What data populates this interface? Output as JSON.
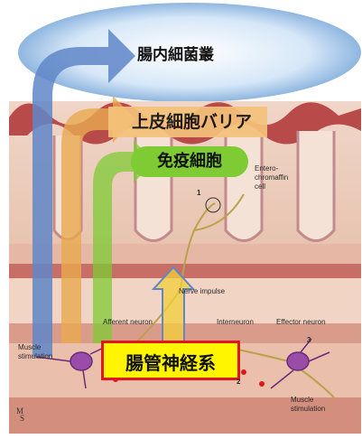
{
  "title_labels": {
    "flora": "腸内細菌叢",
    "epithelium": "上皮細胞バリア",
    "immune": "免疫細胞",
    "enteric_nervous_system": "腸管神経系"
  },
  "anatomy_labels": {
    "entero_line1": "Entero-",
    "entero_line2": "chromaffin",
    "entero_line3": "cell",
    "marker_1": "1",
    "nerve_impulse": "Nerve impulse",
    "afferent_neuron": "Afferent neuron",
    "interneuron": "Interneuron",
    "effector_neuron": "Effector neuron",
    "marker_2": "2",
    "marker_3": "3",
    "muscle_stim_left_1": "Muscle",
    "muscle_stim_left_2": "stimulation",
    "muscle_stim_right_1": "Muscle",
    "muscle_stim_right_2": "stimulation"
  },
  "colors": {
    "flora_arrow": "#5f86c8",
    "epithelium_arrow": "#e9a94f",
    "immune_arrow": "#7ecb34",
    "ens_box_fill": "#fff500",
    "ens_box_border": "#e0161b"
  }
}
